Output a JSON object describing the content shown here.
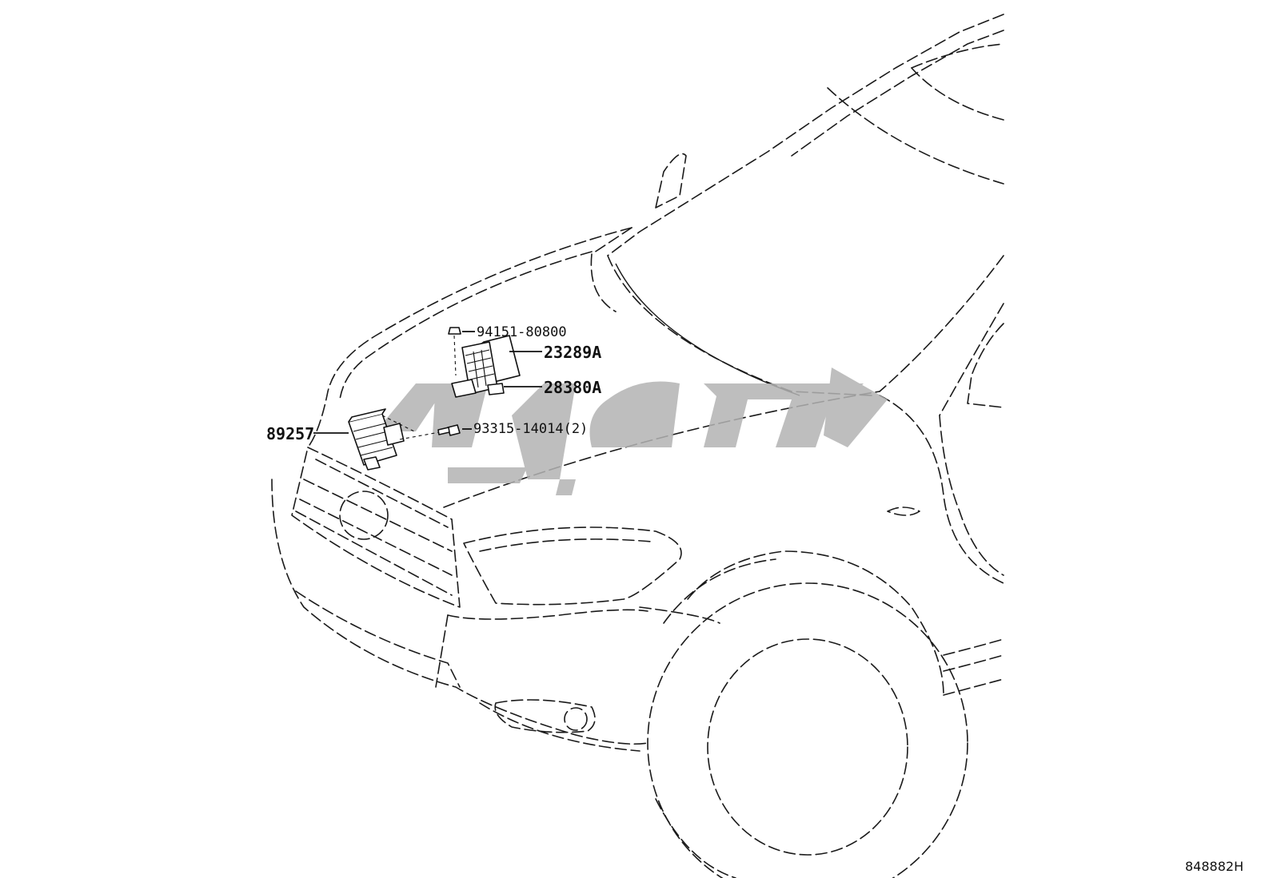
{
  "figure_code": "848882H",
  "callouts": {
    "p94151": "94151-80800",
    "p23289": "23289A",
    "p28380": "28380A",
    "p89257": "89257",
    "p93315": "93315-14014(2)"
  },
  "colors": {
    "line": "#1a1a1a",
    "watermark": "#b3b3b3"
  }
}
